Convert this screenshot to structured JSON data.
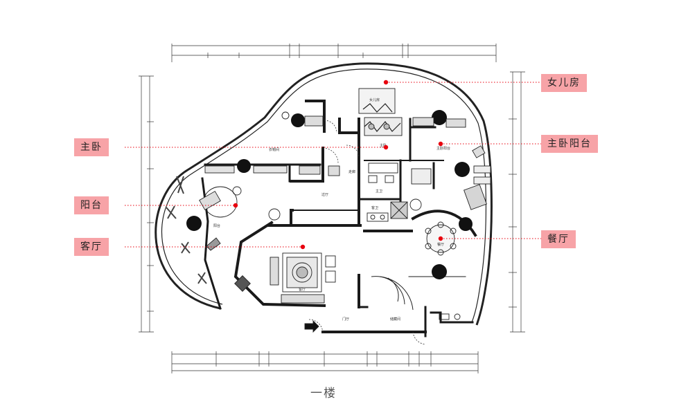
{
  "title": "一楼",
  "accent_color": "#e8000e",
  "callout_color": "#f7a3a7",
  "callouts": {
    "daughter_room": "女儿房",
    "master_bedroom": "主卧",
    "master_balcony": "主卧阳台",
    "balcony": "阳台",
    "dining_room": "餐厅",
    "living_room": "客厅"
  },
  "plan_labels": {
    "daughter": "女儿房",
    "master": "主卧",
    "master_balcony": "主卧阳台",
    "cloakroom": "衣帽间",
    "corridor": "走廊",
    "hall": "过厅",
    "master_bath": "主卫",
    "guest_bath": "客卫",
    "balcony": "阳台",
    "dining": "餐厅",
    "living": "客厅",
    "foyer": "门厅",
    "storage": "储藏间"
  }
}
